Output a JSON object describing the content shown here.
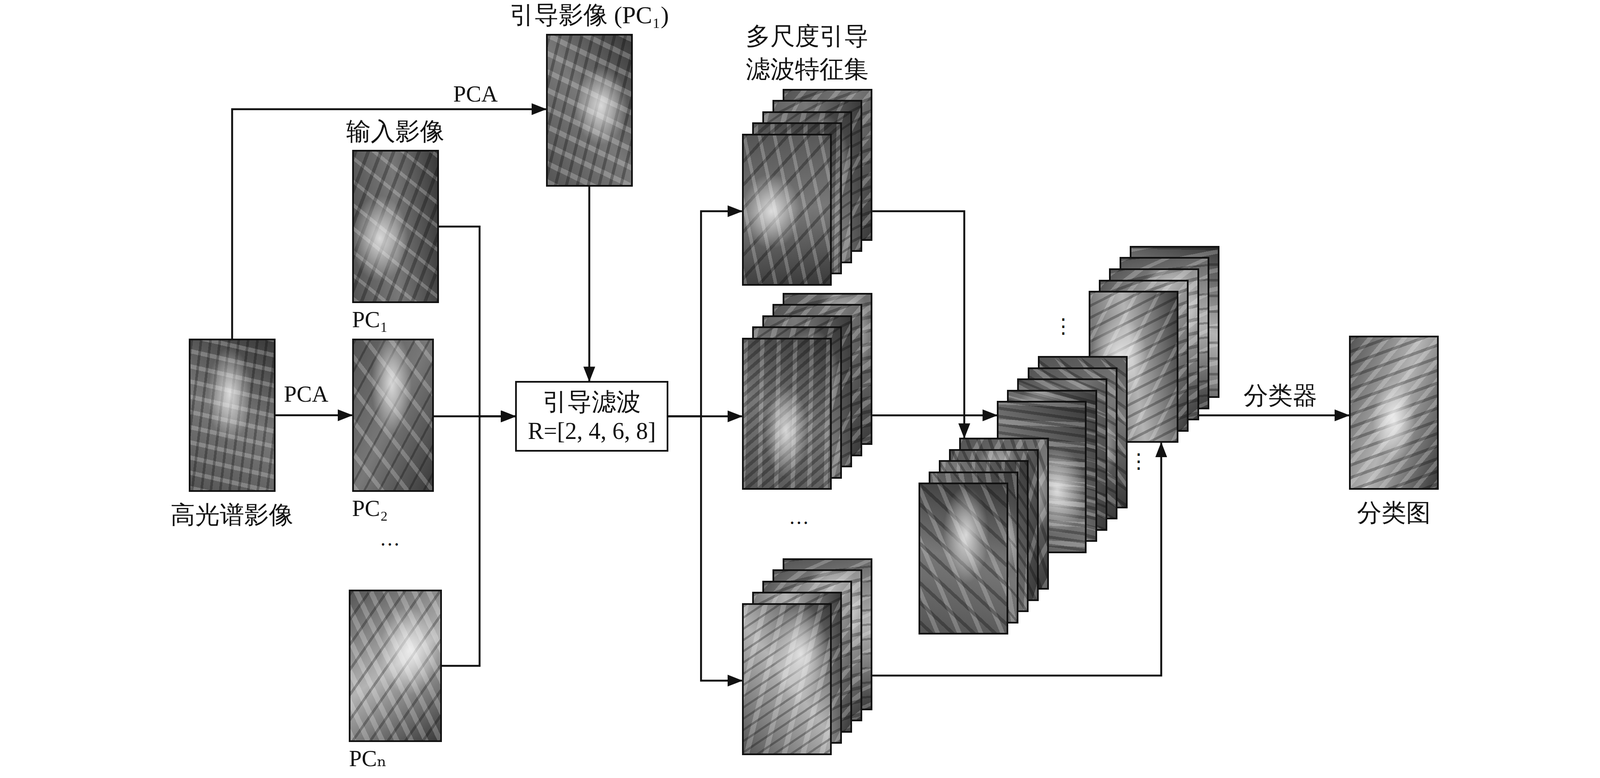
{
  "diagram": {
    "nodes": [
      {
        "text": [
          "高光谱影像"
        ]
      },
      {
        "text": [
          "引导影像 (PC₁)"
        ]
      },
      {
        "text": [
          "输入影像",
          "PC₁"
        ]
      },
      {
        "text": [
          "PC₂"
        ]
      },
      {
        "text": [
          "PCₙ"
        ]
      },
      {
        "text": [
          "引导滤波",
          "R=[2, 4, 6, 8]"
        ]
      },
      {
        "text": [
          "多尺度引导 滤波特征集"
        ]
      },
      {
        "text": []
      },
      {
        "text": []
      },
      {
        "text": []
      },
      {
        "text": [
          "分类图"
        ]
      }
    ],
    "edges": [
      {
        "from": 0,
        "to": 1,
        "arrow": "to",
        "label": "PCA"
      },
      {
        "from": 0,
        "to": 3,
        "arrow": "to",
        "label": "PCA"
      },
      {
        "from": 1,
        "to": 5,
        "arrow": "to"
      },
      {
        "from": 2,
        "to": 5,
        "arrow": "to"
      },
      {
        "from": 3,
        "to": 5,
        "arrow": "to"
      },
      {
        "from": 4,
        "to": 5,
        "arrow": "to"
      },
      {
        "from": 5,
        "to": 6,
        "arrow": "to"
      },
      {
        "from": 5,
        "to": 7,
        "arrow": "to"
      },
      {
        "from": 5,
        "to": 8,
        "arrow": "to"
      },
      {
        "from": 6,
        "to": 9,
        "arrow": "to"
      },
      {
        "from": 7,
        "to": 9,
        "arrow": "to"
      },
      {
        "from": 8,
        "to": 9,
        "arrow": "to"
      },
      {
        "from": 9,
        "to": 10,
        "arrow": "to",
        "label": "分类器"
      }
    ],
    "labels": [
      "…",
      "…",
      "⋮",
      "⋮"
    ]
  }
}
